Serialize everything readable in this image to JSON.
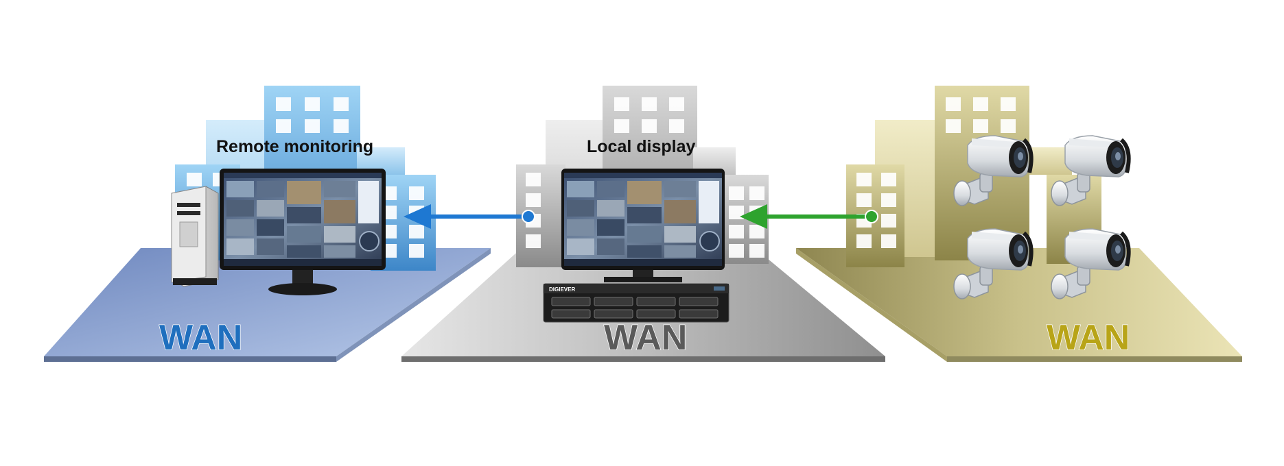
{
  "sites": {
    "remote": {
      "caption": "Remote monitoring",
      "wan_label": "WAN",
      "colors": {
        "floor": "#8ea4cf",
        "building": "#7fc3ee",
        "label": "#1f6fbe"
      }
    },
    "local": {
      "caption": "Local display",
      "wan_label": "WAN",
      "colors": {
        "floor": "#b9b9b9",
        "building": "#c6c6c6",
        "label": "#5a5a5a"
      }
    },
    "camera": {
      "wan_label": "WAN",
      "colors": {
        "floor": "#cfc690",
        "building": "#d7d09c",
        "label": "#b8a418"
      }
    }
  },
  "nvr": {
    "brand": "DIGIEVER"
  },
  "arrows": {
    "to_remote": {
      "color": "#1e78d2"
    },
    "to_local": {
      "color": "#2ea32e"
    }
  },
  "icons": [
    "desktop-pc-icon",
    "monitor-icon",
    "nvr-recorder-icon",
    "bullet-camera-icon",
    "arrow-left-icon"
  ]
}
